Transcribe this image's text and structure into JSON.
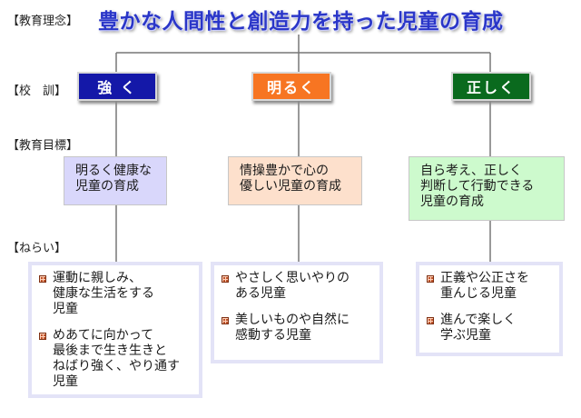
{
  "labels": {
    "philosophy": "【教育理念】",
    "motto": "【校　訓】",
    "goals": "【教育目標】",
    "aims": "【ねらい】"
  },
  "title": "豊かな人間性と創造力を持った児童の育成",
  "mottos": [
    {
      "label": "強 く",
      "color": "#1418a8"
    },
    {
      "label": "明るく",
      "color": "#f77522"
    },
    {
      "label": "正しく",
      "color": "#0a6a1e"
    }
  ],
  "goals": [
    {
      "text": "明るく健康な\n児童の育成",
      "color": "#d9d7fb"
    },
    {
      "text": "情操豊かで心の\n優しい児童の育成",
      "color": "#fde0cc"
    },
    {
      "text": "自ら考え、正しく\n判断して行動できる\n児童の育成",
      "color": "#cdfacd"
    }
  ],
  "aims": [
    {
      "items": [
        "運動に親しみ、\n健康な生活をする\n児童",
        "めあてに向かって\n最後まで生き生きと\nねばり強く、やり通す\n児童"
      ]
    },
    {
      "items": [
        "やさしく思いやりの\nある児童",
        "美しいものや自然に\n感動する児童"
      ]
    },
    {
      "items": [
        "正義や公正さを\n重んじる児童",
        "進んで楽しく\n学ぶ児童"
      ]
    }
  ]
}
